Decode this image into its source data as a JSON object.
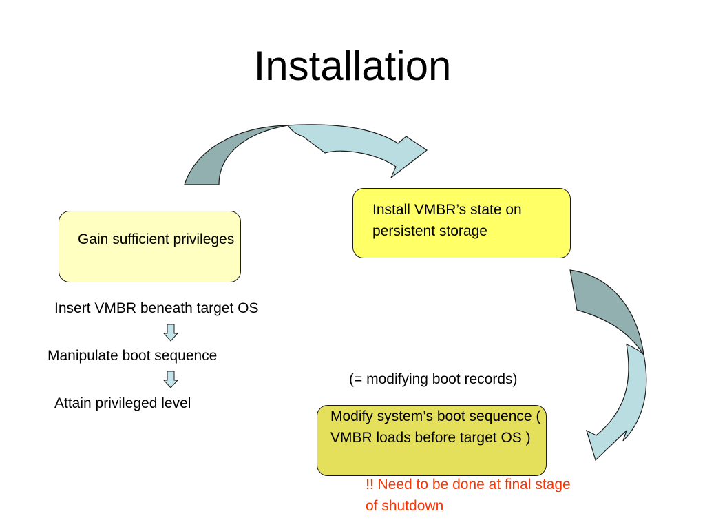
{
  "slide": {
    "title": "Installation"
  },
  "boxes": {
    "gain": "Gain sufficient privileges",
    "install": "Install VMBR’s state on persistent storage",
    "modify": "Modify system’s boot sequence ( VMBR loads before target OS )"
  },
  "steps": {
    "insert": "Insert VMBR beneath target OS",
    "manipulate": "Manipulate boot sequence",
    "attain": "Attain privileged level"
  },
  "notes": {
    "boot_records": "(= modifying boot records)",
    "warning": "!! Need to be done at final stage of shutdown"
  },
  "colors": {
    "box_gain": "#ffffc2",
    "box_install": "#ffff66",
    "box_modify": "#e5e05c",
    "arrow_dark": "#93b0b0",
    "arrow_light": "#b9dde0",
    "warning_text": "#ff3300"
  }
}
